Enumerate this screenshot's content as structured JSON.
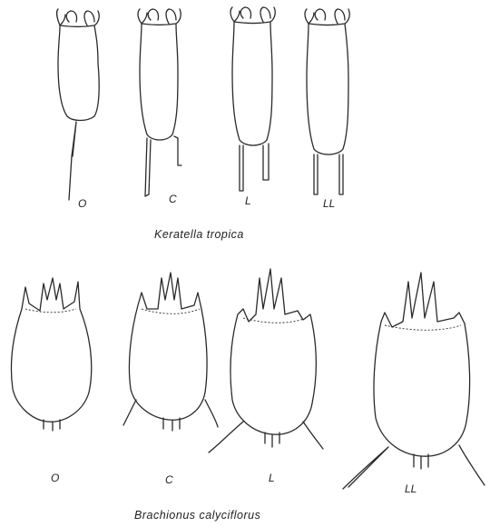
{
  "figure": {
    "top": {
      "species": "Keratella tropica",
      "labels": [
        "O",
        "C",
        "L",
        "LL"
      ]
    },
    "bottom": {
      "species": "Brachionus calyciflorus",
      "labels": [
        "O",
        "C",
        "L",
        "LL"
      ]
    }
  }
}
